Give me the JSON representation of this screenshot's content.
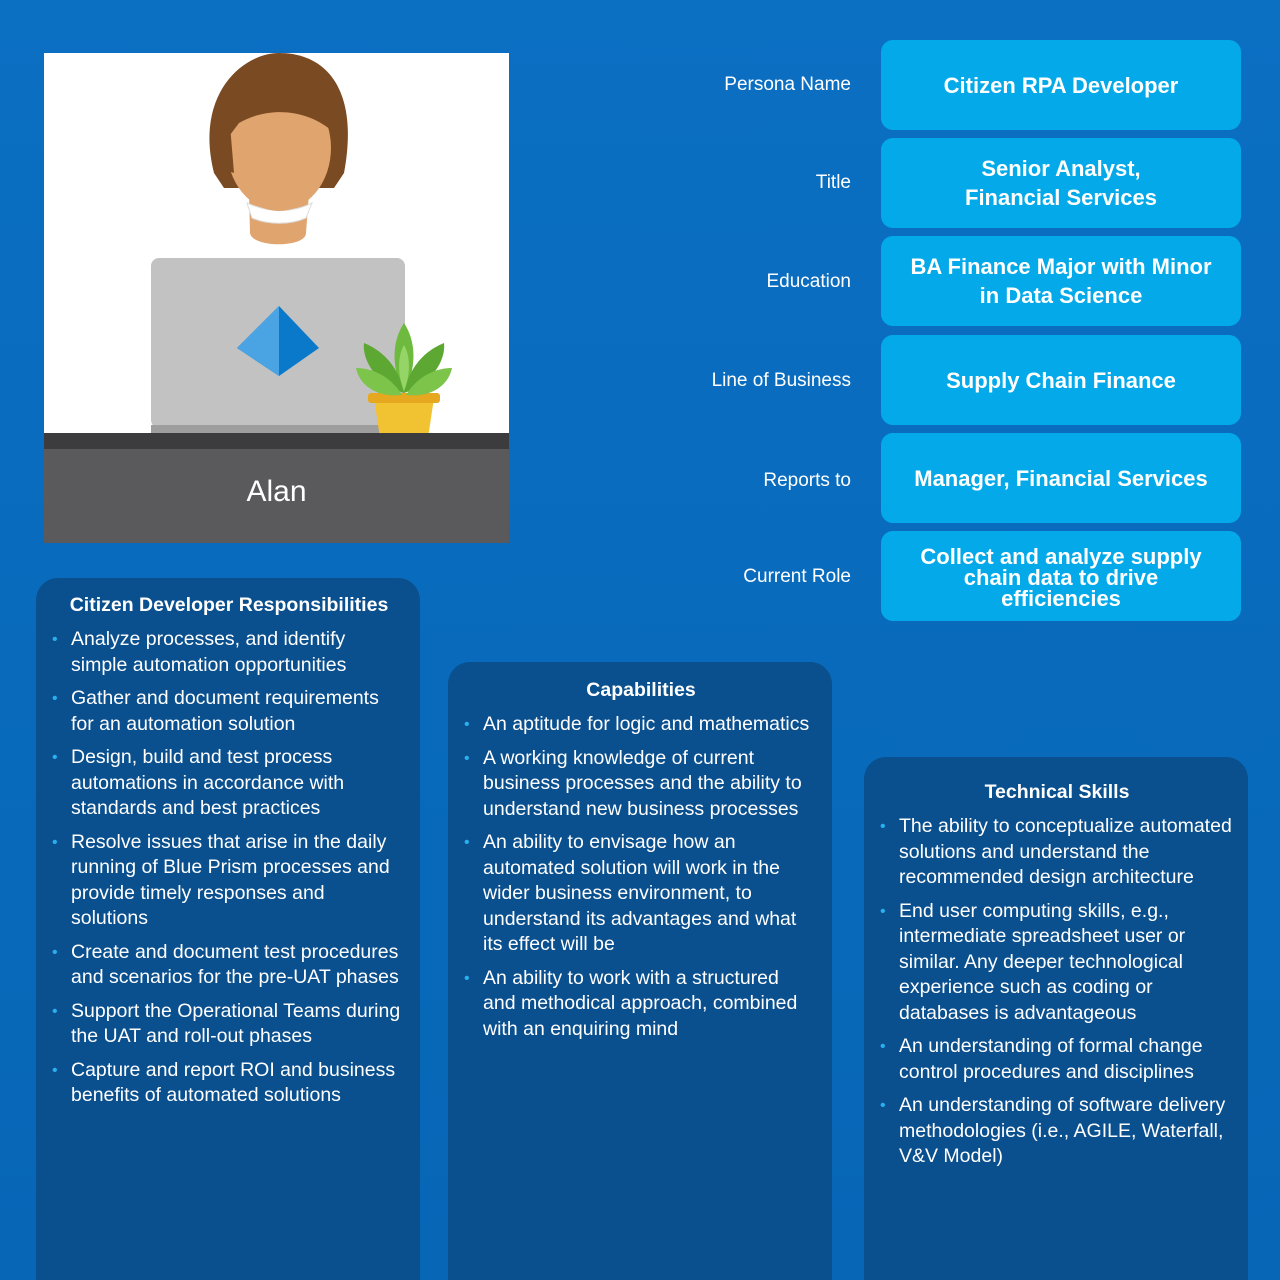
{
  "persona": {
    "name": "Alan"
  },
  "fields": [
    {
      "label": "Persona Name",
      "value": "Citizen RPA Developer"
    },
    {
      "label": "Title",
      "value": "Senior Analyst,\nFinancial Services"
    },
    {
      "label": "Education",
      "value": "BA Finance Major with Minor\nin Data Science"
    },
    {
      "label": "Line of Business",
      "value": "Supply Chain Finance"
    },
    {
      "label": "Reports to",
      "value": "Manager, Financial Services"
    },
    {
      "label": "Current Role",
      "value": "Collect and  analyze supply\nchain data to drive\nefficiencies"
    }
  ],
  "responsibilities": {
    "title": "Citizen Developer Responsibilities",
    "items": [
      "Analyze processes, and identify simple automation opportunities",
      "Gather and document requirements for an automation solution",
      "Design, build and test process automations in accordance with standards and best practices",
      "Resolve issues that arise in the daily running of Blue Prism processes and provide timely responses and solutions",
      "Create and document test procedures and scenarios for the pre-UAT phases",
      "Support the Operational Teams during the UAT and roll-out phases",
      "Capture and report ROI and business benefits of automated solutions"
    ]
  },
  "capabilities": {
    "title": "Capabilities",
    "items": [
      "An aptitude for logic and mathematics",
      "A working knowledge of current business processes and the ability to understand new business processes",
      "An ability to envisage how an automated solution will work in the wider business environment, to understand its advantages and what its effect will be",
      "An ability to work with a structured and methodical approach, combined with an enquiring mind"
    ]
  },
  "technical_skills": {
    "title": "Technical Skills",
    "items": [
      "The ability to conceptualize automated solutions and understand the recommended design architecture",
      "End user computing skills, e.g., intermediate spreadsheet user or similar. Any deeper technological experience such as coding or databases is advantageous",
      "An understanding of formal change control procedures and disciplines",
      "An understanding of software delivery methodologies (i.e., AGILE, Waterfall, V&V  Model)"
    ]
  },
  "colors": {
    "background": "#0a6bbd",
    "pill": "#03a9e8",
    "panel": "#0a4f8e",
    "bullet": "#2ab0ee",
    "desk": "#5a5a5c"
  }
}
